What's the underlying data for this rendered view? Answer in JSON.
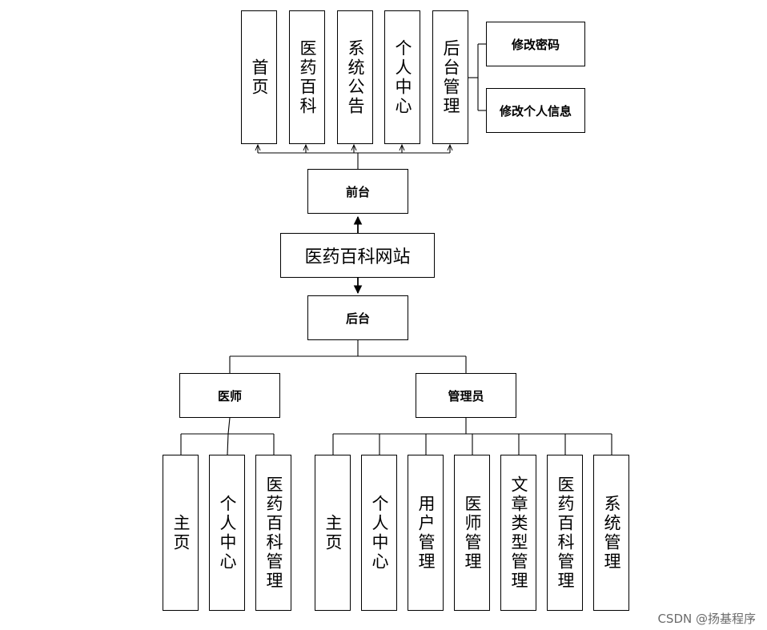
{
  "diagram": {
    "root": "医药百科网站",
    "frontend": {
      "label": "前台",
      "modules": [
        "首页",
        "医药百科",
        "系统公告",
        "个人中心",
        "后台管理"
      ],
      "backend_mgmt_items": [
        "修改密码",
        "修改个人信息"
      ]
    },
    "backend": {
      "label": "后台",
      "doctor": {
        "label": "医师",
        "modules": [
          "主页",
          "个人中心",
          "医药百科管理"
        ]
      },
      "admin": {
        "label": "管理员",
        "modules": [
          "主页",
          "个人中心",
          "用户管理",
          "医师管理",
          "文章类型管理",
          "医药百科管理",
          "系统管理"
        ]
      }
    }
  },
  "watermark": "CSDN @扬基程序"
}
